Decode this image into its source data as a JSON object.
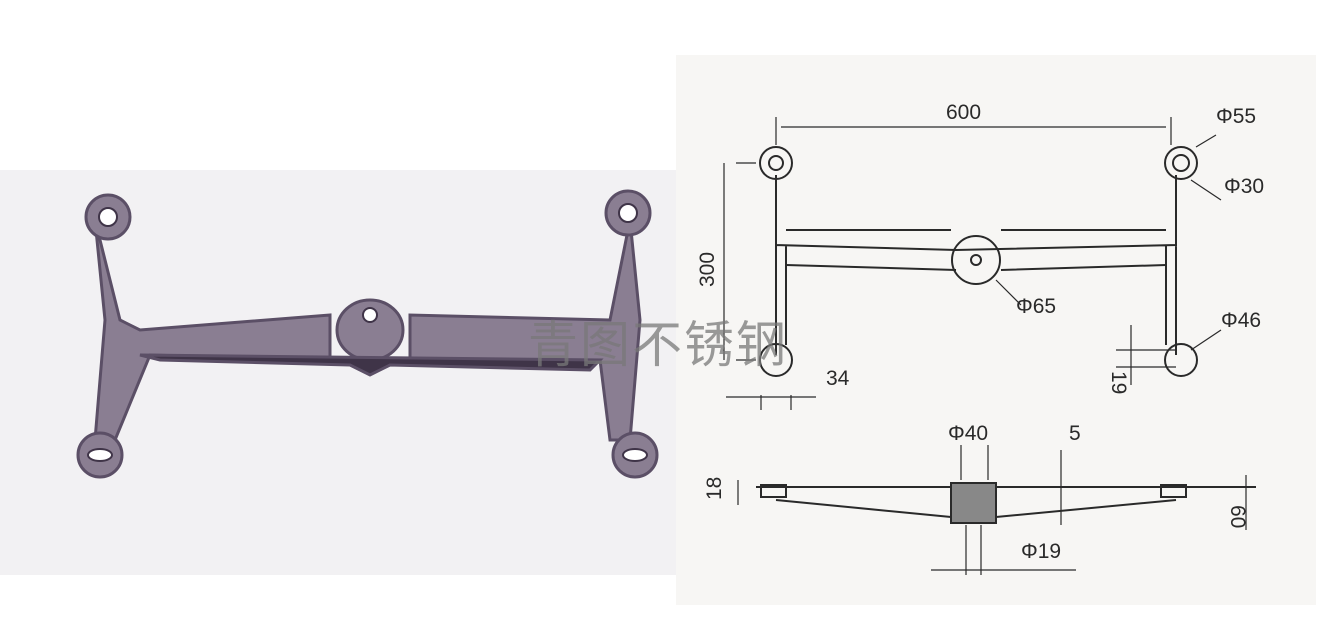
{
  "watermark": "青图不锈钢",
  "dimensions": {
    "length": "600",
    "height": "300",
    "outer_ring_diameter": "Φ55",
    "inner_ring_diameter": "Φ30",
    "hub_diameter": "Φ65",
    "lower_ring_diameter": "Φ46",
    "slot_width": "19",
    "arm_width": "34",
    "hub_bore_diameter": "Φ40",
    "plate_thickness": "5",
    "arm_thickness": "18",
    "total_thickness": "60",
    "pin_diameter": "Φ19"
  },
  "colors": {
    "metal": "#6e5f78",
    "line": "#2a2a2a"
  }
}
